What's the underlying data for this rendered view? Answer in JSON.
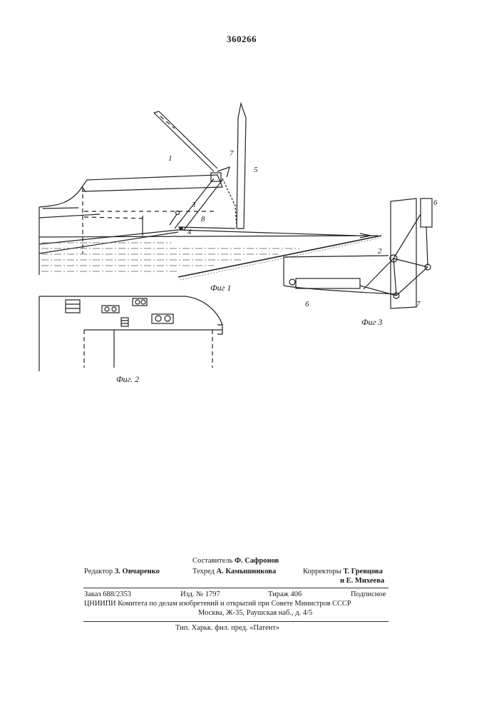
{
  "patent_number": "360266",
  "figures": {
    "fig1": {
      "caption": "Фиг 1",
      "labels": {
        "n1": "1",
        "n3": "3",
        "n4": "4",
        "n5": "5",
        "n7": "7",
        "n8": "8"
      }
    },
    "fig2": {
      "caption": "Фиг. 2"
    },
    "fig3": {
      "caption": "Фиг 3",
      "labels": {
        "n2": "2",
        "n6a": "6",
        "n6b": "6",
        "n7": "7"
      }
    }
  },
  "credits": {
    "composer": {
      "role": "Составитель",
      "name": "Ф. Сафронов"
    },
    "editor": {
      "role": "Редактор",
      "name": "З. Овчаренко"
    },
    "techred": {
      "role": "Техред",
      "name": "А. Камышникова"
    },
    "correctors": {
      "role": "Корректоры",
      "name1": "Т. Гревцова",
      "name2": "и Е. Михеева"
    }
  },
  "order": {
    "zakaz": "Заказ 688/2353",
    "izd": "Изд. № 1797",
    "tirazh": "Тираж 406",
    "podpisnoe": "Подписное"
  },
  "publisher": {
    "line1": "ЦНИИПИ Комитета по делам изобретений и открытий при Совете Министров СССР",
    "line2": "Москва, Ж-35, Раушская наб., д. 4/5"
  },
  "printer": "Тип. Харьк. фил. пред. «Патент»"
}
